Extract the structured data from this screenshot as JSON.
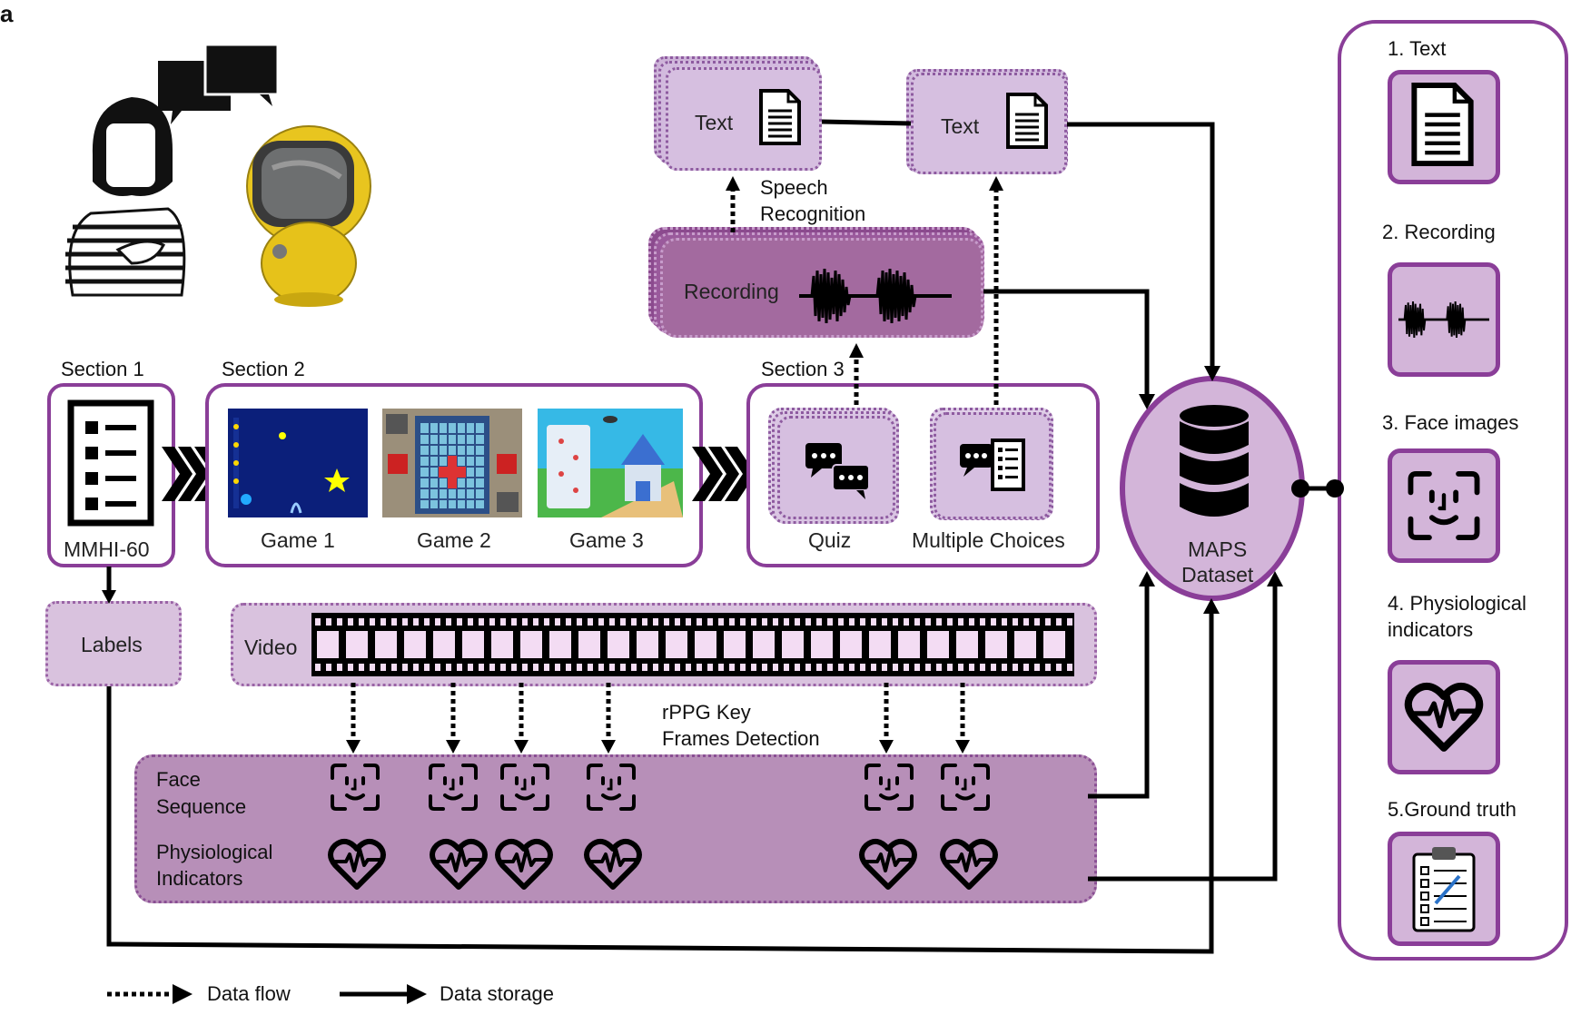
{
  "panel_label": "a",
  "sections": {
    "s1": "Section 1",
    "s2": "Section 2",
    "s3": "Section 3"
  },
  "mmhi": "MMHI-60",
  "games": [
    "Game 1",
    "Game 2",
    "Game 3"
  ],
  "quiz": "Quiz",
  "multiple_choices": "Multiple Choices",
  "text_node_1": "Text",
  "text_node_2": "Text",
  "speech_recognition": [
    "Speech",
    "Recognition"
  ],
  "recording": "Recording",
  "maps_dataset": [
    "MAPS",
    "Dataset"
  ],
  "labels": "Labels",
  "video": "Video",
  "rppg": [
    "rPPG Key",
    "Frames Detection"
  ],
  "face_sequence": [
    "Face",
    "Sequence"
  ],
  "physiological_indicators": [
    "Physiological",
    "Indicators"
  ],
  "right_panel": {
    "items": [
      {
        "label": "1. Text",
        "icon": "document-icon"
      },
      {
        "label": "2. Recording",
        "icon": "waveform-icon"
      },
      {
        "label": "3. Face images",
        "icon": "face-scan-icon"
      },
      {
        "label": "4. Physiological",
        "label2": "indicators",
        "icon": "heart-pulse-icon"
      },
      {
        "label": "5.Ground truth",
        "icon": "clipboard-icon"
      }
    ]
  },
  "legend": {
    "data_flow": "Data flow",
    "data_storage": "Data storage"
  },
  "colors": {
    "accent_purple": "#8a3e98",
    "lilac_fill": "#d9c2de",
    "recording_fill": "#a36a9f",
    "panel_fill": "#b78fb8"
  }
}
